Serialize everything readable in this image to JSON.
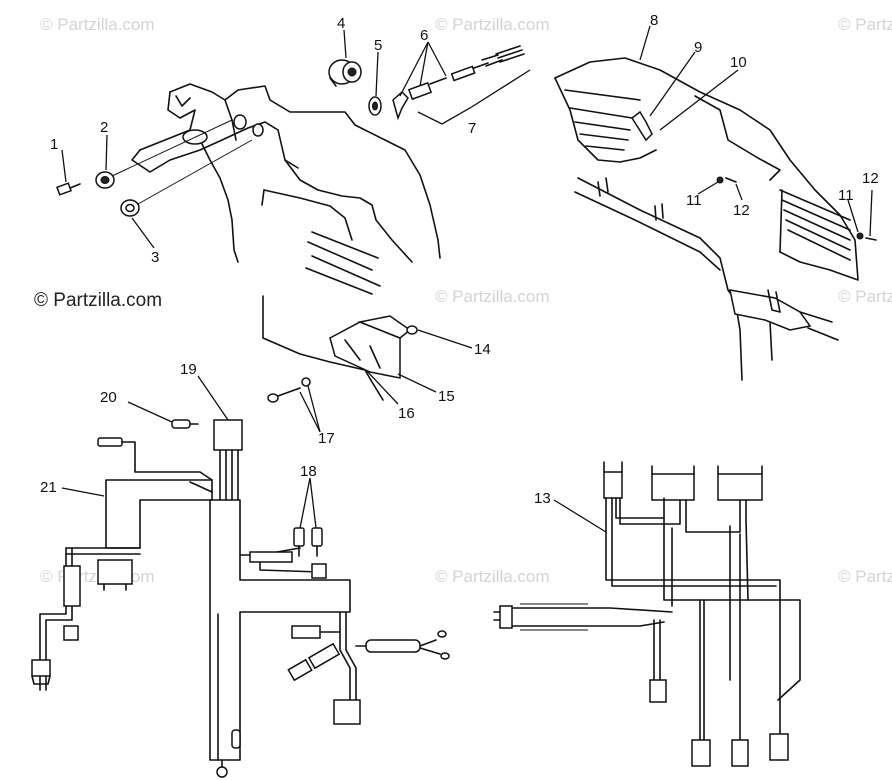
{
  "watermark": "© Partzilla.com",
  "copyright": "© Partzilla.com",
  "callouts": [
    "1",
    "2",
    "3",
    "4",
    "5",
    "6",
    "7",
    "8",
    "9",
    "10",
    "11",
    "12",
    "13",
    "14",
    "15",
    "16",
    "17",
    "18",
    "19",
    "20",
    "21"
  ],
  "repeat_callouts": {
    "eleven": "11",
    "twelve": "12"
  }
}
